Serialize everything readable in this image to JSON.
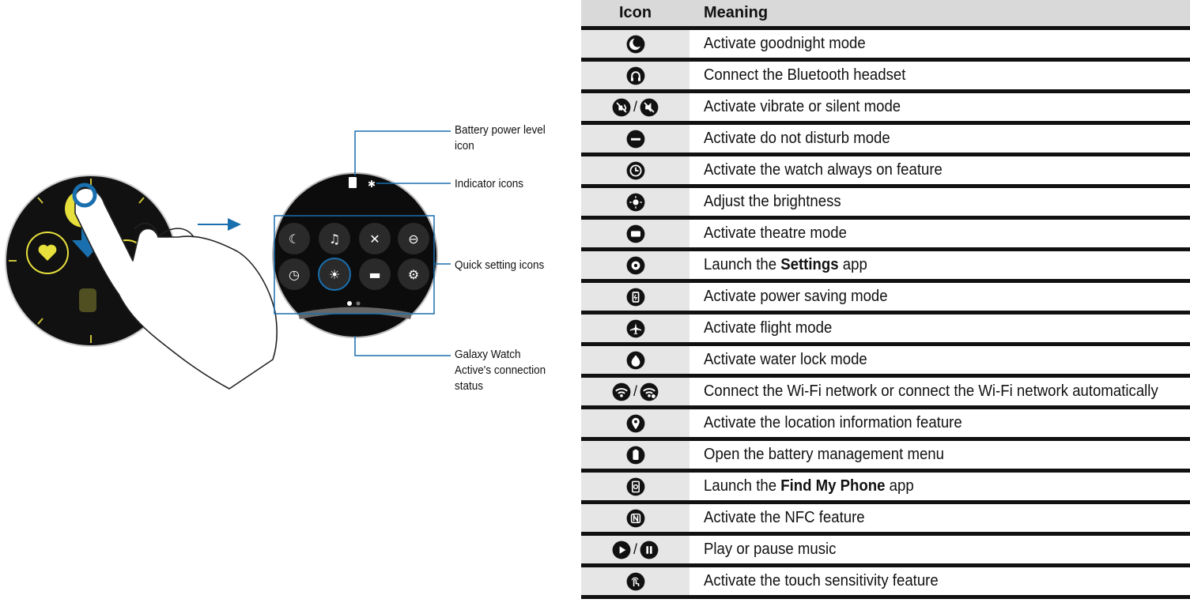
{
  "callouts": {
    "battery": [
      "Battery power level",
      "icon"
    ],
    "indicator": [
      "Indicator icons"
    ],
    "quick": [
      "Quick setting icons"
    ],
    "connection": [
      "Galaxy Watch",
      "Active's connection",
      "status"
    ]
  },
  "table": {
    "header": {
      "icon": "Icon",
      "meaning": "Meaning"
    },
    "rows": [
      {
        "icons": [
          "moon-icon"
        ],
        "pre": "Activate goodnight mode"
      },
      {
        "icons": [
          "headset-icon"
        ],
        "pre": "Connect the Bluetooth headset"
      },
      {
        "icons": [
          "vibrate-icon",
          "silent-icon"
        ],
        "pre": "Activate vibrate or silent mode"
      },
      {
        "icons": [
          "do-not-disturb-icon"
        ],
        "pre": "Activate do not disturb mode"
      },
      {
        "icons": [
          "clock-icon"
        ],
        "pre": "Activate the watch always on feature"
      },
      {
        "icons": [
          "brightness-icon"
        ],
        "pre": "Adjust the brightness"
      },
      {
        "icons": [
          "theatre-icon"
        ],
        "pre": "Activate theatre mode"
      },
      {
        "icons": [
          "settings-gear-icon"
        ],
        "pre": "Launch the ",
        "bold": "Settings",
        "post": " app"
      },
      {
        "icons": [
          "power-saving-icon"
        ],
        "pre": "Activate power saving mode"
      },
      {
        "icons": [
          "airplane-icon"
        ],
        "pre": "Activate flight mode"
      },
      {
        "icons": [
          "water-drop-icon"
        ],
        "pre": "Activate water lock mode"
      },
      {
        "icons": [
          "wifi-icon",
          "wifi-auto-icon"
        ],
        "pre": "Connect the Wi-Fi network or connect the Wi-Fi network automatically"
      },
      {
        "icons": [
          "location-pin-icon"
        ],
        "pre": "Activate the location information feature"
      },
      {
        "icons": [
          "battery-icon"
        ],
        "pre": "Open the battery management menu"
      },
      {
        "icons": [
          "find-phone-icon"
        ],
        "pre": "Launch the ",
        "bold": "Find My Phone",
        "post": " app"
      },
      {
        "icons": [
          "nfc-icon"
        ],
        "pre": "Activate the NFC feature"
      },
      {
        "icons": [
          "play-icon",
          "pause-icon"
        ],
        "pre": "Play or pause music"
      },
      {
        "icons": [
          "touch-sensitivity-icon"
        ],
        "pre": "Activate the touch sensitivity feature"
      }
    ],
    "separator": "/"
  },
  "colors": {
    "accent_blue": "#1a6fae",
    "watch_yellow": "#e6df3c",
    "header_gray": "#d9d9d9",
    "icon_cell_gray": "#e6e6e6"
  }
}
